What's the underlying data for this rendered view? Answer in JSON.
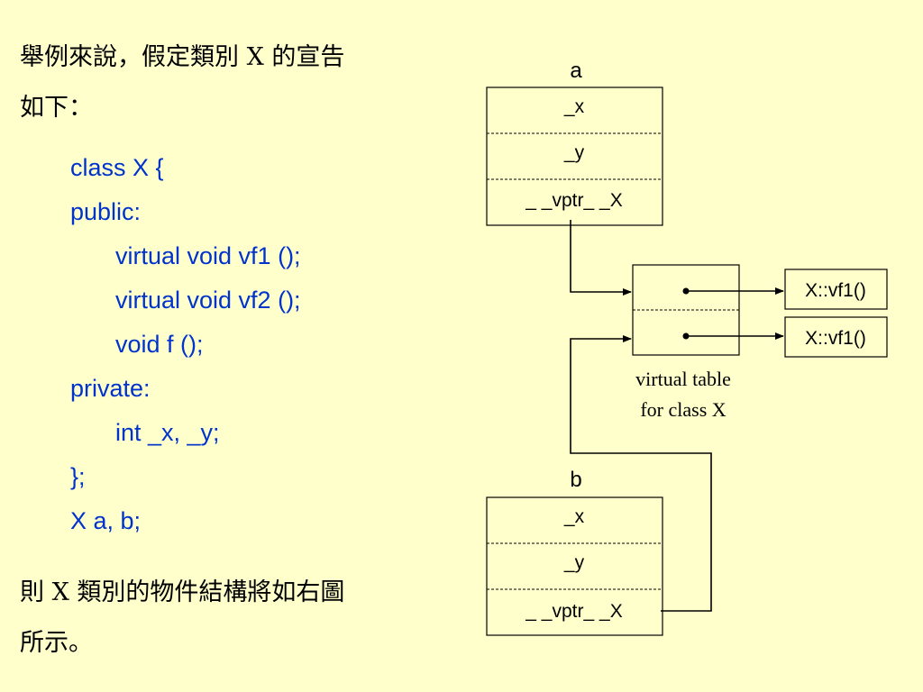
{
  "slide": {
    "intro_lines": [
      "舉例來說，假定類別 X 的宣告",
      "如下："
    ],
    "code_lines": [
      {
        "text": "class X {",
        "indent": 0
      },
      {
        "text": "public:",
        "indent": 0
      },
      {
        "text": "virtual void vf1 ();",
        "indent": 1
      },
      {
        "text": "virtual void vf2 ();",
        "indent": 1
      },
      {
        "text": "void f ();",
        "indent": 1
      },
      {
        "text": "private:",
        "indent": 0
      },
      {
        "text": "int _x, _y;",
        "indent": 1
      },
      {
        "text": "};",
        "indent": 0
      },
      {
        "text": "X a, b;",
        "indent": 0
      }
    ],
    "outro_lines": [
      "則 X 類別的物件結構將如右圖",
      "所示。"
    ]
  },
  "diagram": {
    "object_a": {
      "label": "a",
      "fields": [
        "_x",
        "_y",
        "_ _vptr_ _X"
      ]
    },
    "object_b": {
      "label": "b",
      "fields": [
        "_x",
        "_y",
        "_ _vptr_ _X"
      ]
    },
    "vtable": {
      "caption_line1": "virtual table",
      "caption_line2": "for class X",
      "slot_count": 2
    },
    "functions": [
      "X::vf1()",
      "X::vf1()"
    ],
    "colors": {
      "background": "#ffffcc",
      "code_text": "#0033cc",
      "diagram_line": "#000000"
    }
  }
}
